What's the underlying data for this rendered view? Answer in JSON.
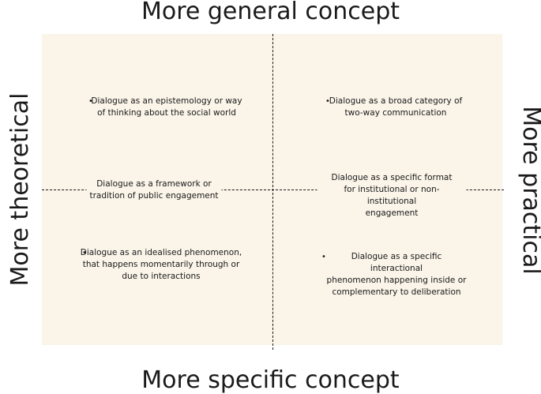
{
  "axes": {
    "top": "More general concept",
    "bottom": "More specific concept",
    "left": "More theoretical",
    "right": "More practical"
  },
  "items": {
    "top_left": "Dialogue as an epistemology or way\nof thinking about the social world",
    "top_right": "Dialogue as a broad category of\ntwo-way communication",
    "mid_left": "Dialogue as a framework or\ntradition of public engagement",
    "mid_right": "Dialogue as a specific format\nfor  institutional or non-institutional\nengagement",
    "bottom_left": "Dialogue as an idealised phenomenon,\nthat happens momentarily through or\ndue to interactions",
    "bottom_right": "Dialogue as a specific interactional\nphenomenon happening inside or\ncomplementary to deliberation"
  },
  "bullet_glyph": "•",
  "colors": {
    "panel": "#faf4e9",
    "text": "#1a1a1a"
  }
}
